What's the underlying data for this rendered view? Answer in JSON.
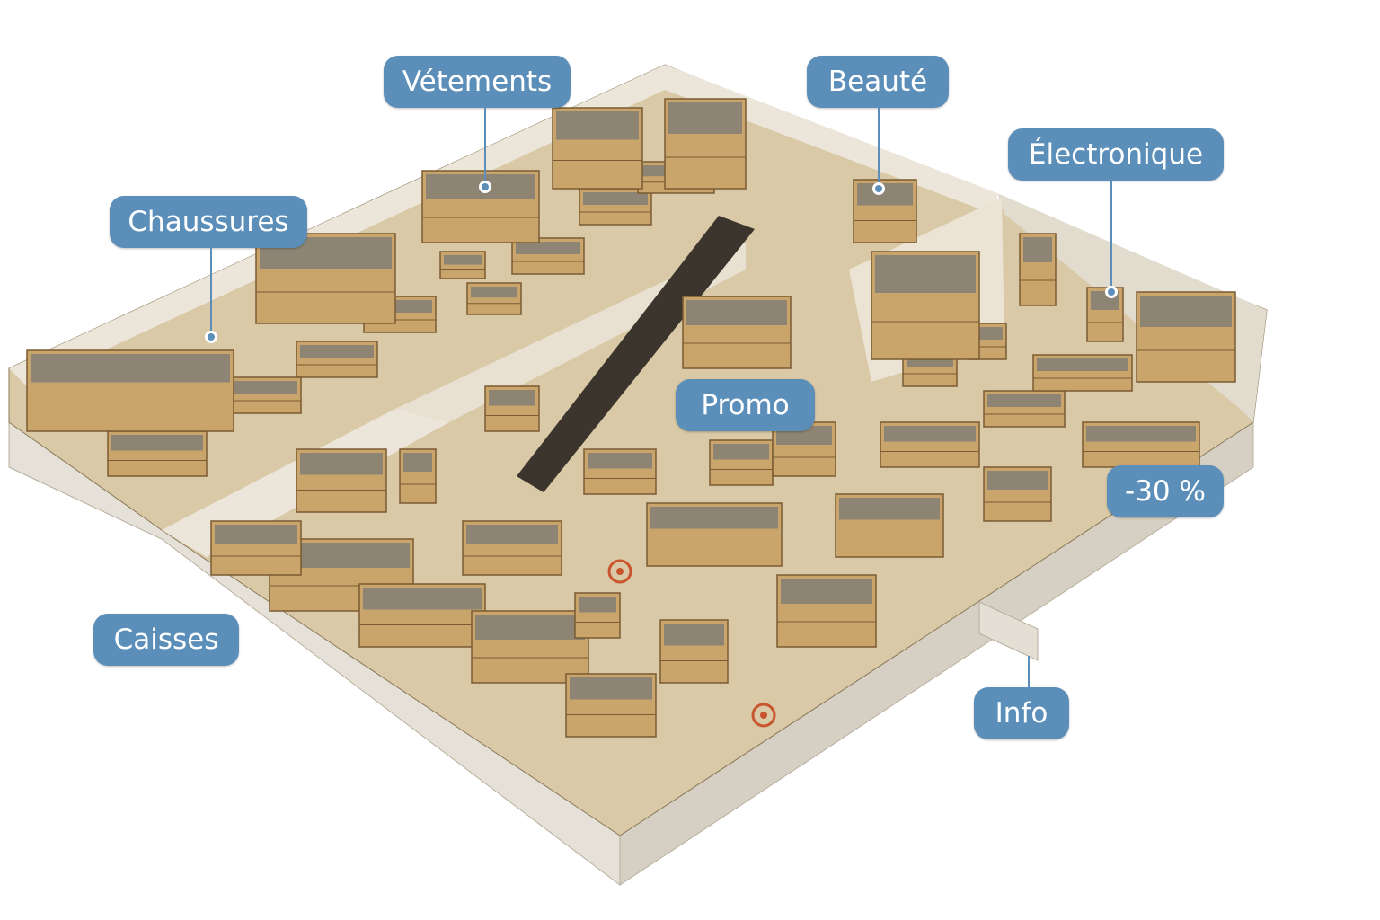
{
  "colors": {
    "accent": "#5b8fba",
    "floor": "#d9c9a6",
    "wall": "#ece6da",
    "shelf": "#c9a56b",
    "target": "#c8552e"
  },
  "labels": {
    "chaussures": "Chaussures",
    "vetements": "Vétements",
    "beaute": "Beauté",
    "electronique": "Électronique",
    "promo": "Promo",
    "discount": "-30 %",
    "caisses": "Caisses",
    "info": "Info"
  }
}
